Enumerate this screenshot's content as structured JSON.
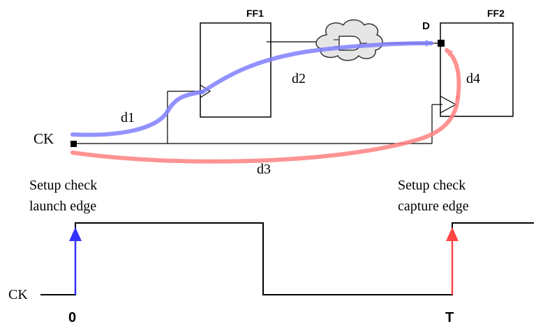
{
  "flops": {
    "ff1_label": "FF1",
    "ff2_label": "FF2",
    "d_pin_label": "D"
  },
  "clock": {
    "pin_label": "CK",
    "wave_label": "CK"
  },
  "delays": {
    "d1": "d1",
    "d2": "d2",
    "d3": "d3",
    "d4": "d4"
  },
  "setup": {
    "launch_line1": "Setup check",
    "launch_line2": "launch edge",
    "capture_line1": "Setup check",
    "capture_line2": "capture edge"
  },
  "timeline": {
    "start_label": "0",
    "period_label": "T"
  },
  "colors": {
    "launch": "#3333ff",
    "capture": "#ff4444",
    "launch_path": "#7f7fff",
    "capture_path": "#ff8080"
  }
}
